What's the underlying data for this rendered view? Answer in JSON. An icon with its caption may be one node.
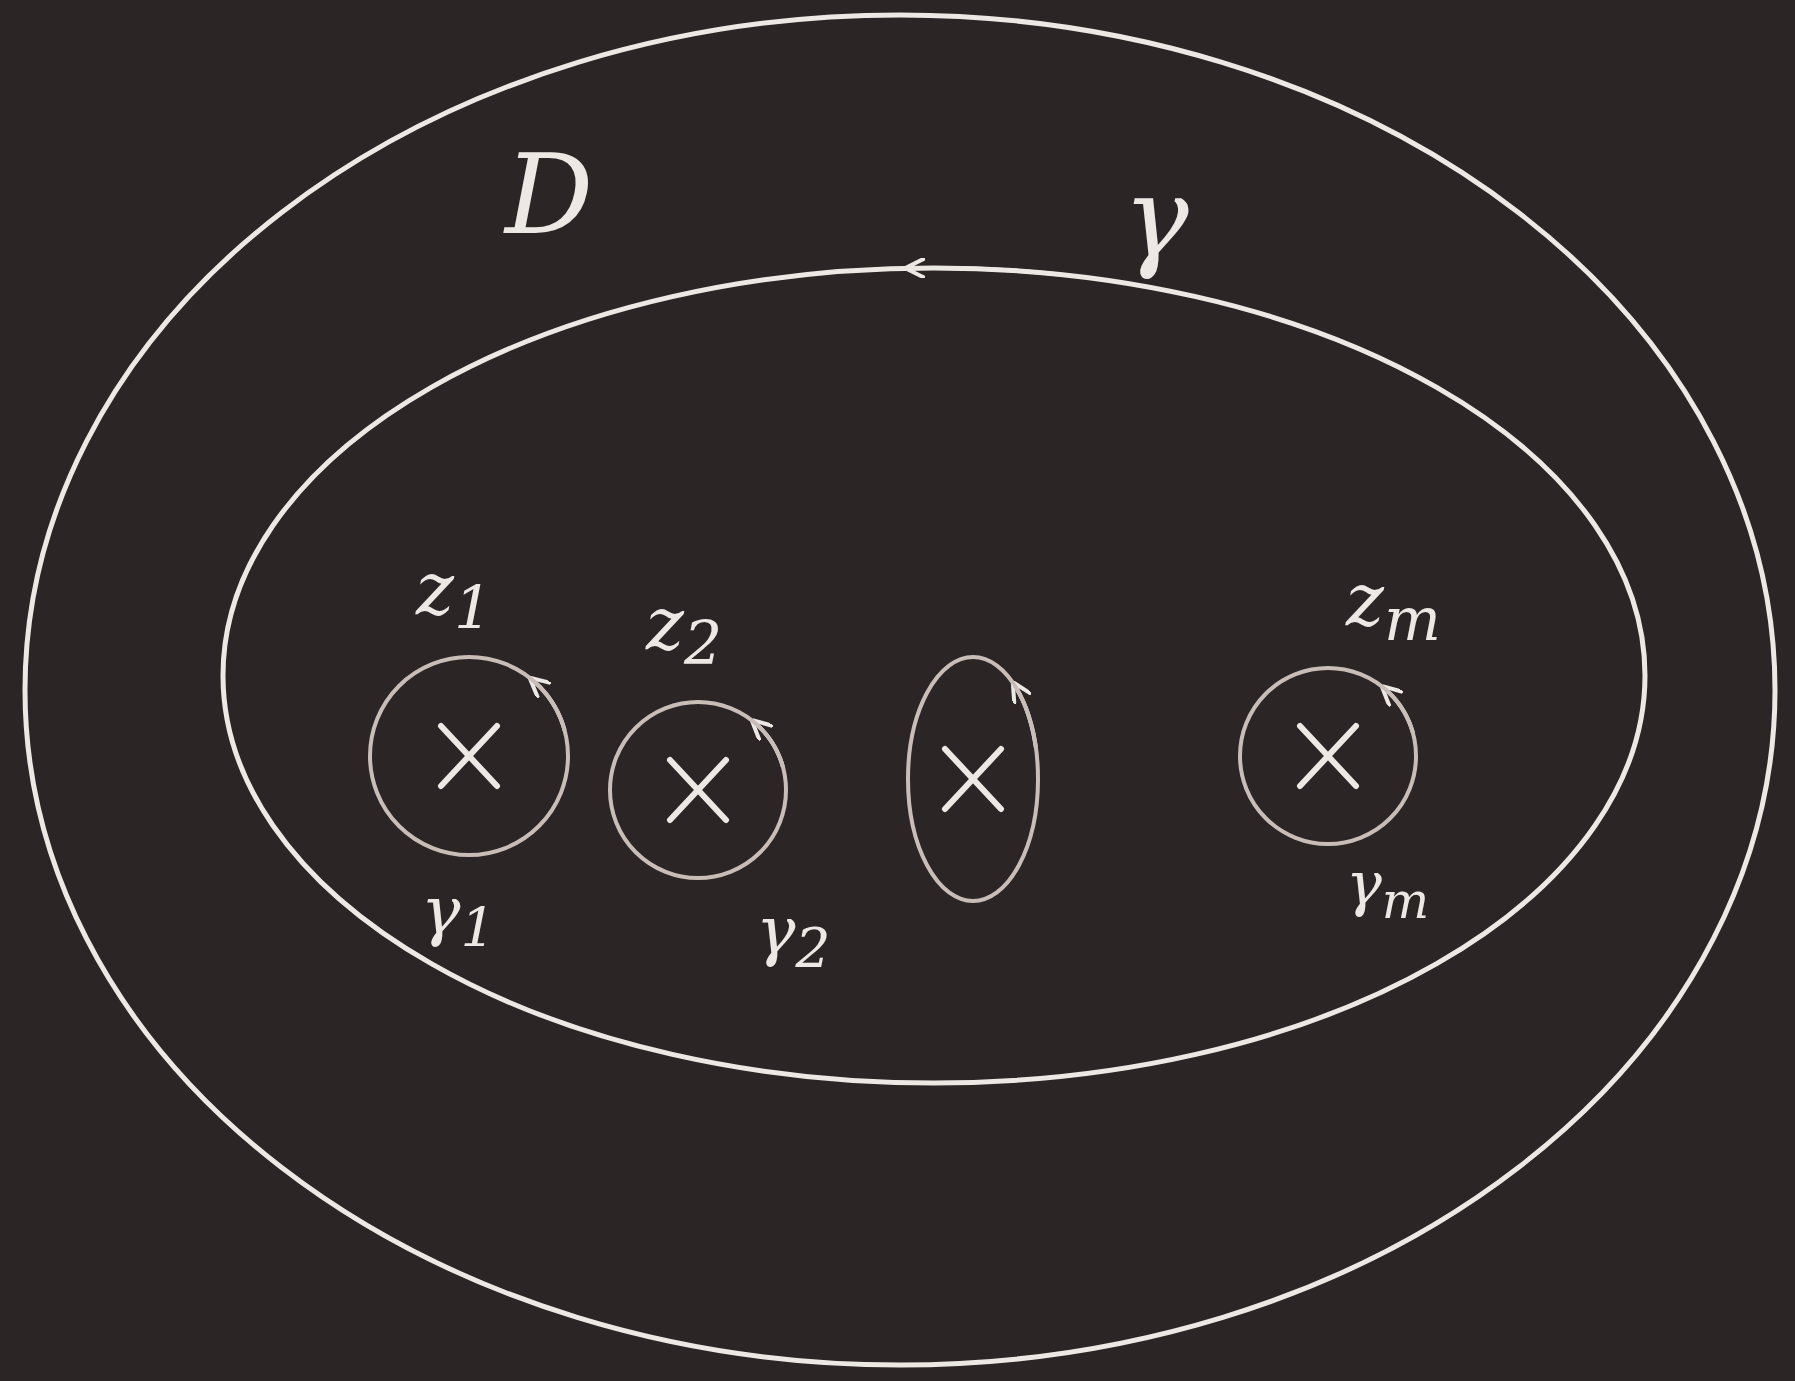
{
  "diagram": {
    "nodes": [
      {
        "text": [
          "D"
        ]
      },
      {
        "text": [
          "γ"
        ],
        "in": 0
      },
      {
        "text": [
          "z$_{1}$",
          "γ$_{1}$"
        ],
        "in": 1
      },
      {
        "text": [
          "z$_{2}$",
          "γ$_{2}$"
        ],
        "in": 1
      },
      {
        "text": [],
        "shape": "circle",
        "in": 1
      },
      {
        "text": [
          "z$_{m}$",
          "γ$_{m}$"
        ],
        "in": 1
      }
    ]
  }
}
